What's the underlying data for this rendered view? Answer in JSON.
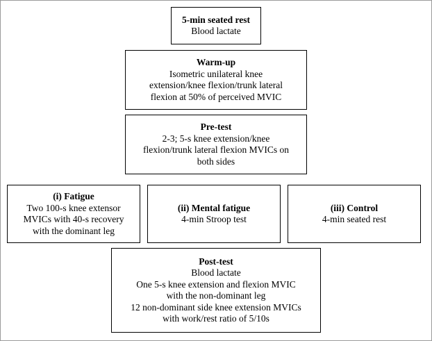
{
  "boxes": {
    "rest": {
      "title": "5-min  seated rest",
      "lines": [
        "Blood lactate"
      ]
    },
    "warmup": {
      "title": "Warm-up",
      "lines": [
        "Isometric  unilateral  knee",
        "extension/knee flexion/trunk lateral",
        "flexion  at 50% of perceived MVIC"
      ]
    },
    "pretest": {
      "title": "Pre-test",
      "lines": [
        "2-3; 5-s knee extension/knee",
        "flexion/trunk  lateral flexion  MVICs on",
        "both sides"
      ]
    },
    "fatigue": {
      "title": "(i) Fatigue",
      "lines": [
        "Two 100-s knee extensor",
        "MVICs with 40-s recovery",
        "with the dominant  leg"
      ]
    },
    "mental": {
      "title": "(ii)  Mental fatigue",
      "lines": [
        "4-min  Stroop test"
      ]
    },
    "control": {
      "title": "(iii)  Control",
      "lines": [
        "4-min  seated rest"
      ]
    },
    "posttest": {
      "title": "Post-test",
      "lines": [
        "Blood lactate",
        "One 5-s knee extension  and flexion  MVIC",
        "with the non-dominant  leg",
        "12 non-dominant  side knee extension  MVICs",
        "with work/rest ratio of 5/10s"
      ]
    }
  }
}
